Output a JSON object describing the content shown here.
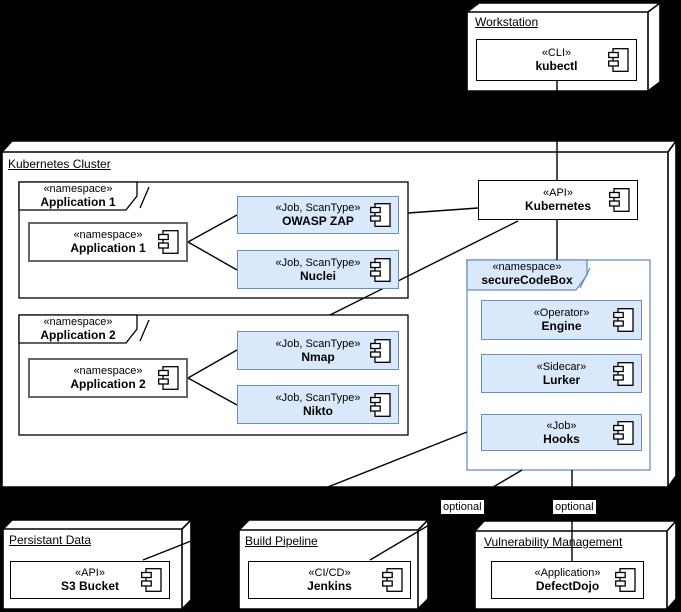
{
  "colors": {
    "background": "#000000",
    "node_fill": "#ffffff",
    "accent_fill": "#dae8fc",
    "accent_stroke": "#6c8ebf",
    "gray_stroke": "#666666",
    "line": "#000000"
  },
  "workstation": {
    "title": "Workstation"
  },
  "kubectl": {
    "stereotype": "«CLI»",
    "name": "kubectl"
  },
  "cluster": {
    "title": "Kubernetes Cluster"
  },
  "app1_group": {
    "stereotype": "«namespace»",
    "name": "Application 1"
  },
  "app1": {
    "stereotype": "«namespace»",
    "name": "Application 1"
  },
  "owasp_zap": {
    "stereotype": "«Job, ScanType»",
    "name": "OWASP ZAP"
  },
  "nuclei": {
    "stereotype": "«Job, ScanType»",
    "name": "Nuclei"
  },
  "app2_group": {
    "stereotype": "«namespace»",
    "name": "Application 2"
  },
  "app2": {
    "stereotype": "«namespace»",
    "name": "Application 2"
  },
  "nmap": {
    "stereotype": "«Job, ScanType»",
    "name": "Nmap"
  },
  "nikto": {
    "stereotype": "«Job, ScanType»",
    "name": "Nikto"
  },
  "kubernetes_api": {
    "stereotype": "«API»",
    "name": "Kubernetes"
  },
  "securecodebox": {
    "stereotype": "«namespace»",
    "name": "secureCodeBox"
  },
  "engine": {
    "stereotype": "«Operator»",
    "name": "Engine"
  },
  "lurker": {
    "stereotype": "«Sidecar»",
    "name": "Lurker"
  },
  "hooks": {
    "stereotype": "«Job»",
    "name": "Hooks"
  },
  "persistant_data": {
    "title": "Persistant Data"
  },
  "s3_bucket": {
    "stereotype": "«API»",
    "name": "S3 Bucket"
  },
  "build_pipeline": {
    "title": "Build Pipeline"
  },
  "jenkins": {
    "stereotype": "«CI/CD»",
    "name": "Jenkins"
  },
  "vulnerability_management": {
    "title": "Vulnerability Management"
  },
  "defectdojo": {
    "stereotype": "«Application»",
    "name": "DefectDojo"
  },
  "edges": [
    {
      "from": "kubectl",
      "to": "kubernetes-api",
      "label": ""
    },
    {
      "from": "application-1-group",
      "to": "kubernetes-api",
      "label": ""
    },
    {
      "from": "kubernetes-api",
      "to": "application-2-group",
      "label": ""
    },
    {
      "from": "kubernetes-api",
      "to": "securecodebox",
      "label": ""
    },
    {
      "from": "application-1",
      "to": "owasp-zap",
      "label": ""
    },
    {
      "from": "application-1",
      "to": "nuclei",
      "label": ""
    },
    {
      "from": "application-2",
      "to": "nmap",
      "label": ""
    },
    {
      "from": "application-2",
      "to": "nikto",
      "label": ""
    },
    {
      "from": "securecodebox",
      "to": "s3-bucket",
      "label": ""
    },
    {
      "from": "securecodebox",
      "to": "jenkins",
      "label": "optional"
    },
    {
      "from": "securecodebox",
      "to": "defectdojo",
      "label": "optional"
    }
  ]
}
